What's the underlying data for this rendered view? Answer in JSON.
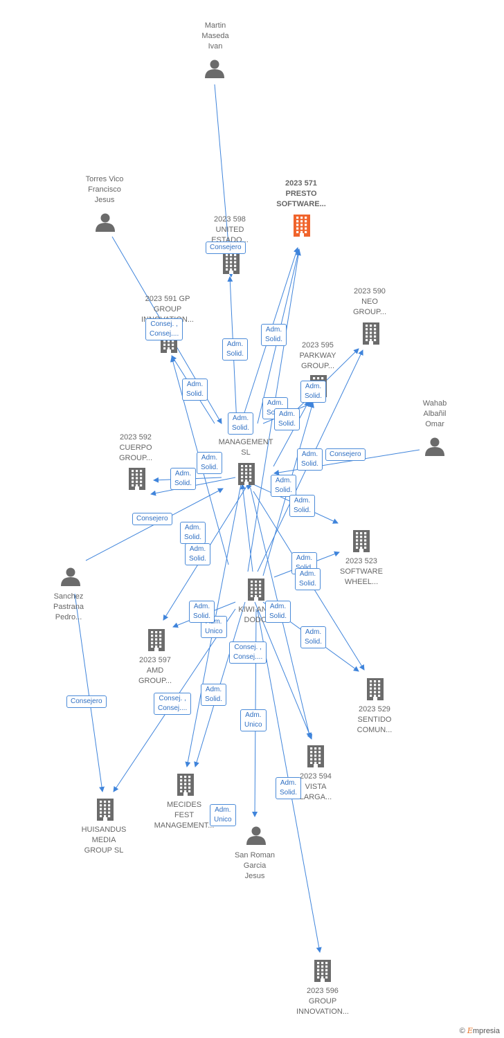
{
  "colors": {
    "edge": "#3f84db",
    "person": "#6b6b6b",
    "company": "#6b6b6b",
    "highlight": "#f0642c"
  },
  "nodes": [
    {
      "id": "martin",
      "kind": "person",
      "label": "Martin\nMaseda\nIvan"
    },
    {
      "id": "torres",
      "kind": "person",
      "label": "Torres Vico\nFrancisco\nJesus"
    },
    {
      "id": "presto",
      "kind": "company",
      "highlight": true,
      "label": "2023 571\nPRESTO\nSOFTWARE..."
    },
    {
      "id": "united",
      "kind": "company",
      "label": "2023 598\nUNITED\nESTADO..."
    },
    {
      "id": "gp",
      "kind": "company",
      "label": "2023 591 GP\nGROUP\nINNOVATION..."
    },
    {
      "id": "neo",
      "kind": "company",
      "label": "2023 590\nNEO\nGROUP..."
    },
    {
      "id": "parkway",
      "kind": "company",
      "label": "2023 595\nPARKWAY\nGROUP..."
    },
    {
      "id": "wahab",
      "kind": "person",
      "label": "Wahab\nAlbañil\nOmar"
    },
    {
      "id": "cuerpo",
      "kind": "company",
      "label": "2023 592\nCUERPO\nGROUP..."
    },
    {
      "id": "mgmt",
      "kind": "company",
      "label": "...S\nMANAGEMENT\nSL"
    },
    {
      "id": "software",
      "kind": "company",
      "label": "2023 523\nSOFTWARE\nWHEEL..."
    },
    {
      "id": "sanchez",
      "kind": "person",
      "label": "Sanchez\nPastrana\nPedro..."
    },
    {
      "id": "kiwi",
      "kind": "company",
      "label": "KIWI AND\nDODO"
    },
    {
      "id": "amd",
      "kind": "company",
      "label": "2023 597\nAMD\nGROUP..."
    },
    {
      "id": "sentido",
      "kind": "company",
      "label": "2023 529\nSENTIDO\nCOMUN..."
    },
    {
      "id": "vista",
      "kind": "company",
      "label": "2023 594\nVISTA\nLARGA..."
    },
    {
      "id": "mecides",
      "kind": "company",
      "label": "MECIDES\nFEST\nMANAGEMENT..."
    },
    {
      "id": "huisandus",
      "kind": "company",
      "label": "HUISANDUS\nMEDIA\nGROUP  SL"
    },
    {
      "id": "sanroman",
      "kind": "person",
      "label": "San Roman\nGarcia\nJesus"
    },
    {
      "id": "gi596",
      "kind": "company",
      "label": "2023 596\nGROUP\nINNOVATION..."
    }
  ],
  "edge_labels": [
    "Consejero",
    "Consej. ,\nConsej....",
    "Adm.\nSolid.",
    "Adm.\nSolid.",
    "Adm.\nSolid.",
    "Adm.\nSolid.",
    "Adm.\nSolid.",
    "Adm.\nSolid.",
    "Adm.\nSolid.",
    "Consejero",
    "Adm.\nSolid.",
    "Adm.\nSolid.",
    "Adm.\nSolid.",
    "Adm.\nSolid.",
    "Consejero",
    "Adm.\nSolid.",
    "Adm.\nSolid.",
    "Adm.\nSolid.",
    "Adm.\nSolid.",
    "Adm.\nSolid.",
    "Adm.\nUnico",
    "Adm.\nSolid.",
    "Adm.\nSolid.",
    "Consej. ,\nConsej....",
    "Adm.\nSolid.",
    "Consejero",
    "Consej. ,\nConsej....",
    "Adm.\nSolid.",
    "Adm.\nUnico",
    "Adm.\nSolid.",
    "Adm.\nUnico"
  ],
  "brand": {
    "symbol": "©",
    "name": "mpresia",
    "initial": "E"
  }
}
